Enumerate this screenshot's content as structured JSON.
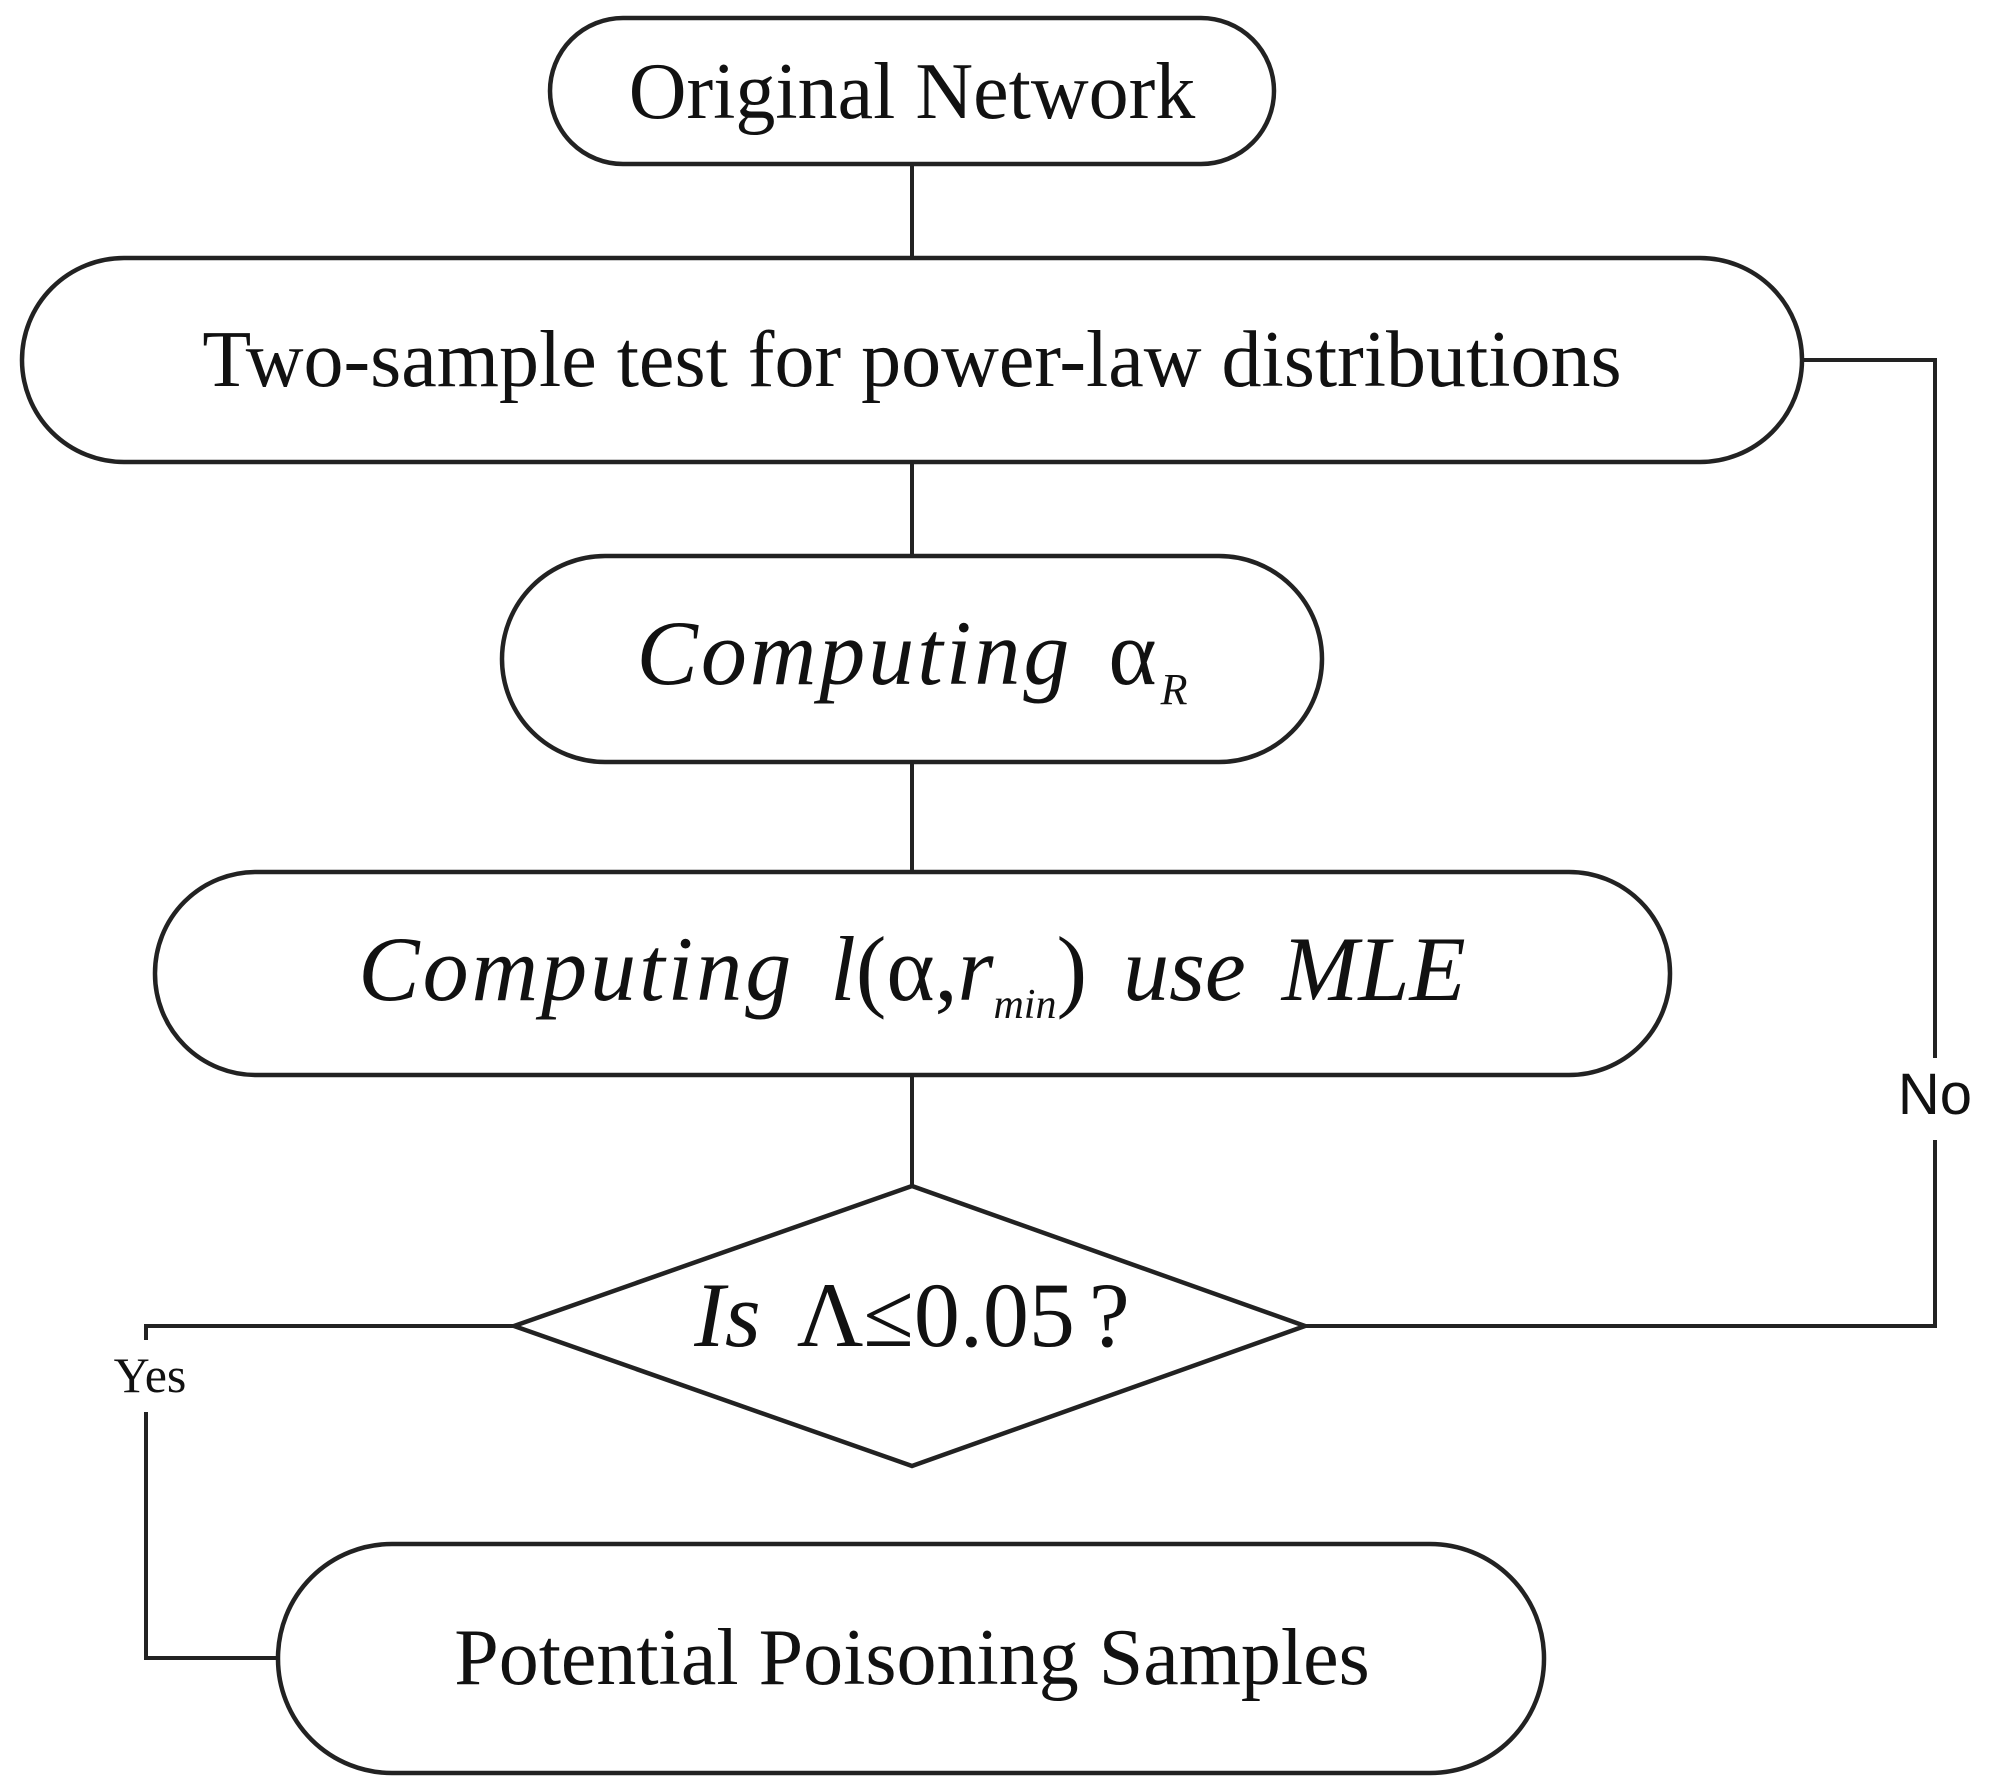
{
  "nodes": {
    "original": {
      "label": "Original Network"
    },
    "two_sample": {
      "label": "Two-sample test for power-law distributions"
    },
    "alpha_r": {
      "word": "Computing",
      "symbol": "α",
      "subscript": "R"
    },
    "mle": {
      "word": "Computing",
      "func": "l",
      "open": "(",
      "alpha": "α",
      "sep": ",",
      "r": "r",
      "r_sub": "min",
      "close": ")",
      "use": "use",
      "method": "MLE"
    },
    "decision": {
      "is": "Is",
      "expr": "Λ≤0.05",
      "q": "?"
    },
    "result": {
      "label": "Potential Poisoning Samples"
    }
  },
  "edge_labels": {
    "yes": "Yes",
    "no": "No"
  },
  "colors": {
    "stroke": "#222222",
    "text": "#111111",
    "background": "#ffffff"
  }
}
